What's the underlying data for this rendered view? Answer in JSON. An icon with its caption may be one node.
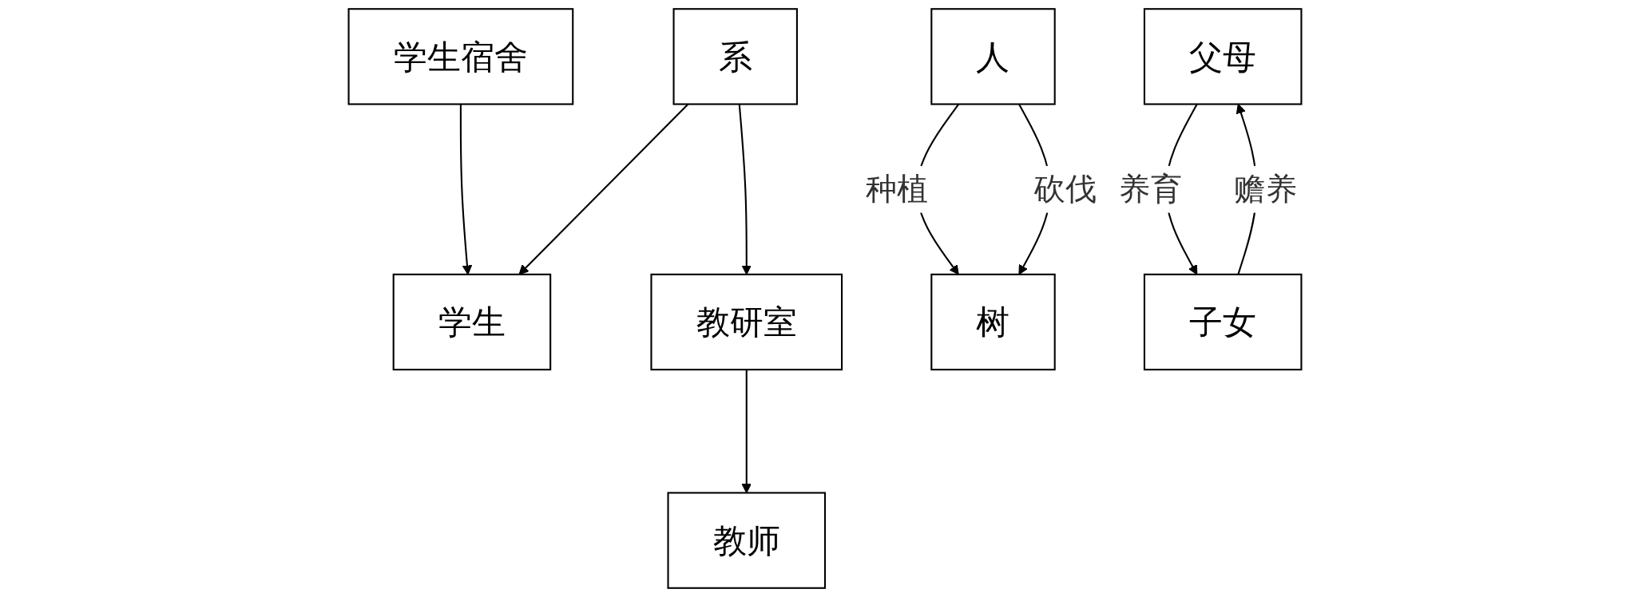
{
  "diagram": {
    "nodes": [
      {
        "text": [
          "学生宿舍"
        ]
      },
      {
        "text": [
          "系"
        ]
      },
      {
        "text": [
          "学生"
        ]
      },
      {
        "text": [
          "教研室"
        ]
      },
      {
        "text": [
          "教师"
        ]
      },
      {
        "text": [
          "人"
        ]
      },
      {
        "text": [
          "树"
        ]
      },
      {
        "text": [
          "父母"
        ]
      },
      {
        "text": [
          "子女"
        ]
      }
    ],
    "edges": [
      {
        "from": 0,
        "to": 2,
        "arrow": "to"
      },
      {
        "from": 1,
        "to": 2,
        "arrow": "to"
      },
      {
        "from": 1,
        "to": 3,
        "arrow": "to"
      },
      {
        "from": 3,
        "to": 4,
        "arrow": "to"
      },
      {
        "from": 5,
        "to": 6,
        "arrow": "to",
        "label": "种植"
      },
      {
        "from": 5,
        "to": 6,
        "arrow": "to",
        "label": "砍伐"
      },
      {
        "from": 7,
        "to": 8,
        "arrow": "to",
        "label": "养育"
      },
      {
        "from": 8,
        "to": 7,
        "arrow": "to",
        "label": "赡养"
      }
    ]
  }
}
